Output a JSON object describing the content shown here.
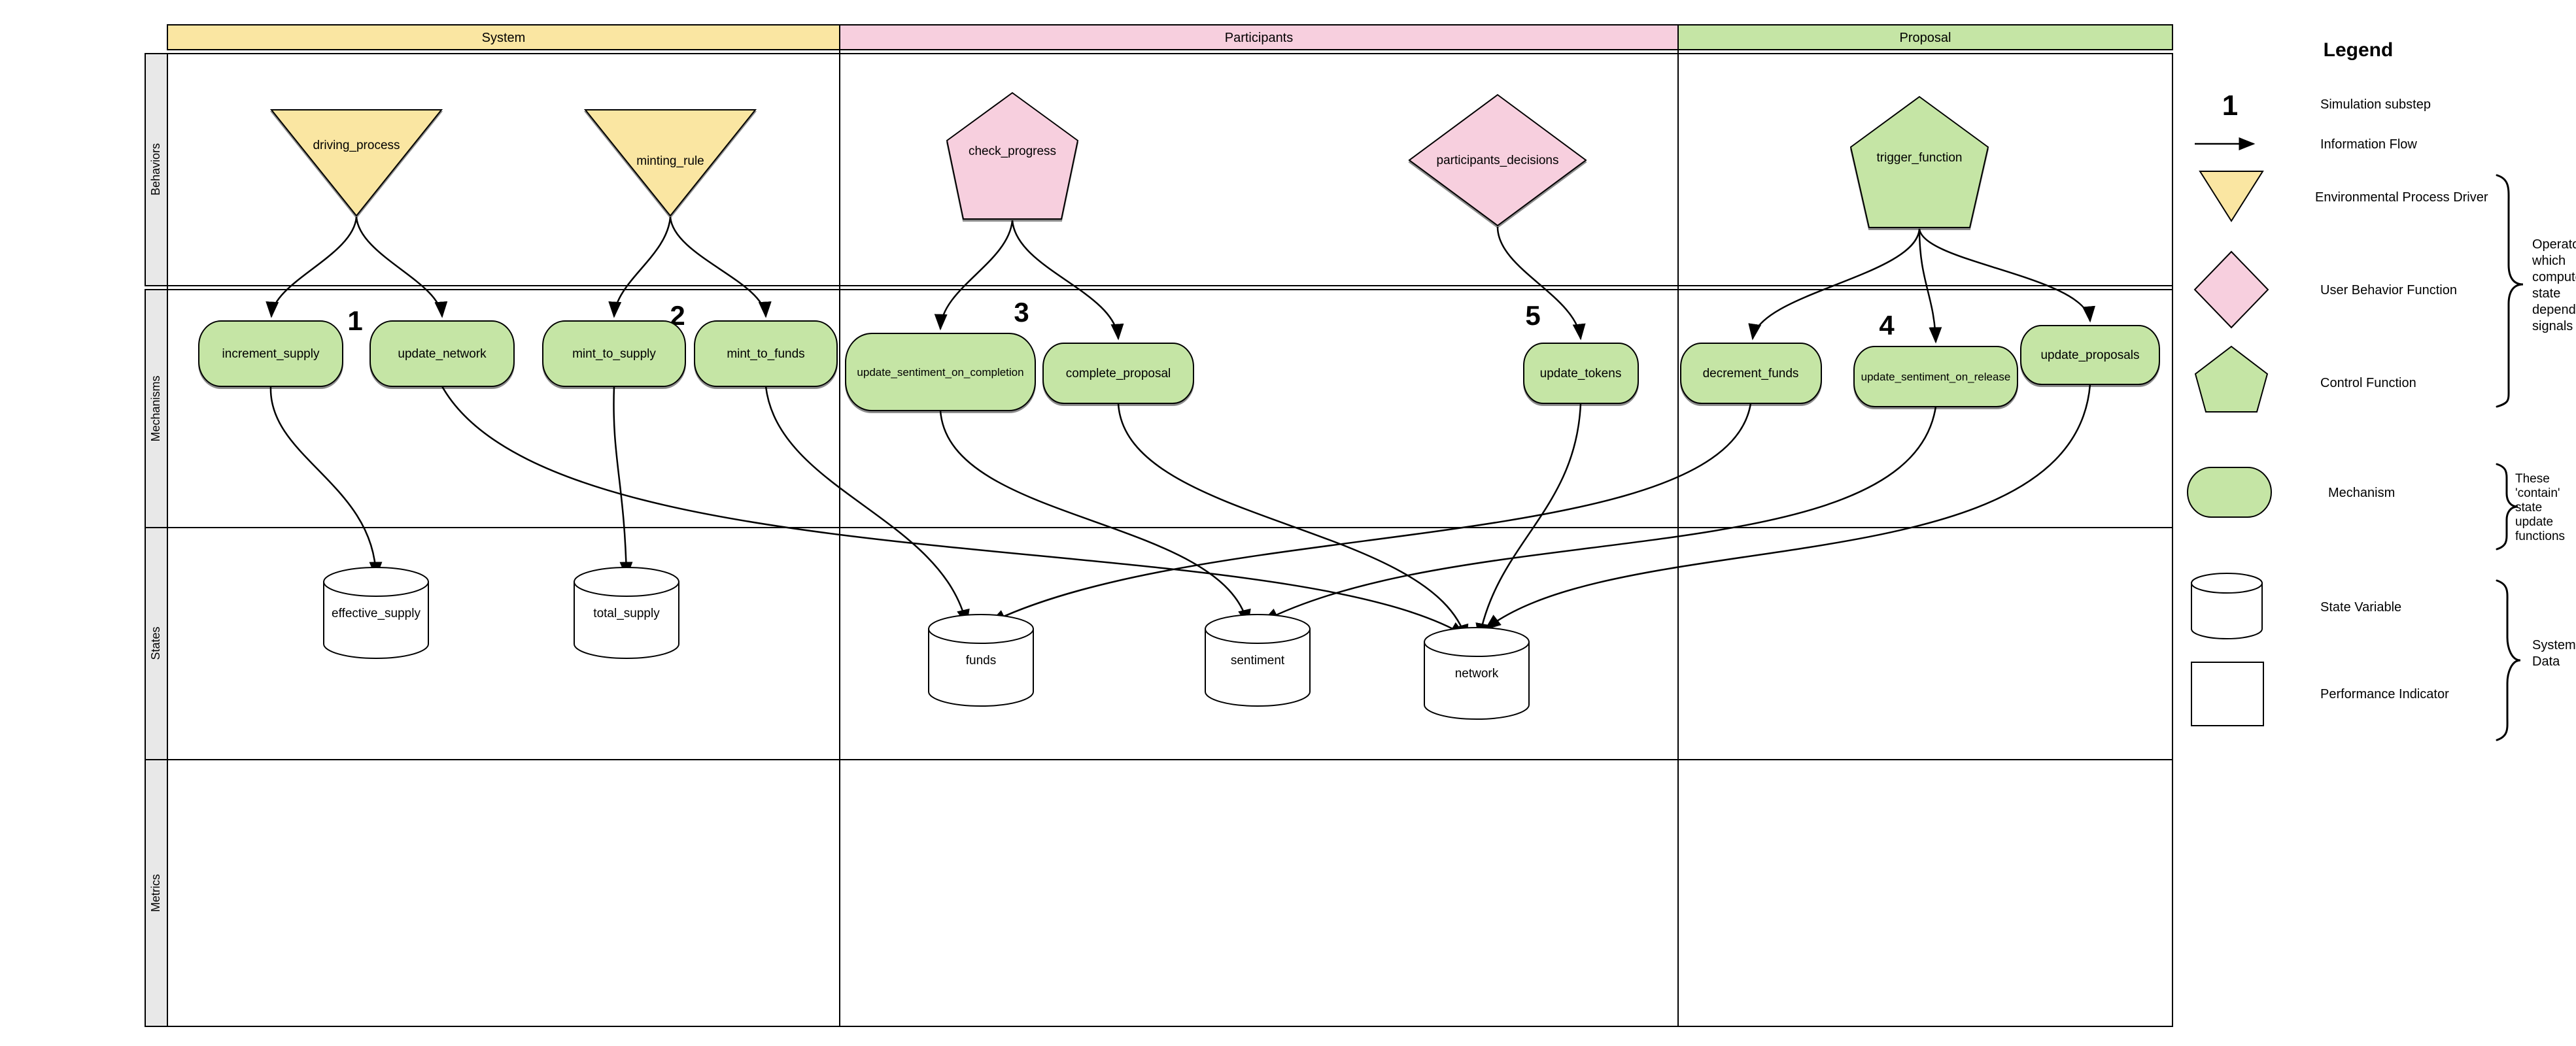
{
  "lanes": {
    "columns": [
      "System",
      "Participants",
      "Proposal"
    ],
    "rows": [
      "Behaviors",
      "Mechanisms",
      "States",
      "Metrics"
    ]
  },
  "behaviors": {
    "driving_process": "driving_process",
    "minting_rule": "minting_rule",
    "check_progress": "check_progress",
    "participants_decisions": "participants_decisions",
    "trigger_function": "trigger_function"
  },
  "mechanisms": {
    "increment_supply": "increment_supply",
    "update_network": "update_network",
    "mint_to_supply": "mint_to_supply",
    "mint_to_funds": "mint_to_funds",
    "update_sentiment_on_completion": "update_sentiment_on_completion",
    "complete_proposal": "complete_proposal",
    "update_tokens": "update_tokens",
    "decrement_funds": "decrement_funds",
    "update_sentiment_on_release": "update_sentiment_on_release",
    "update_proposals": "update_proposals"
  },
  "states": {
    "effective_supply": "effective_supply",
    "total_supply": "total_supply",
    "funds": "funds",
    "sentiment": "sentiment",
    "network": "network"
  },
  "substeps": {
    "s1": "1",
    "s2": "2",
    "s3": "3",
    "s4": "4",
    "s5": "5"
  },
  "legend": {
    "title": "Legend",
    "substep_symbol": "1",
    "items": [
      {
        "symbol": "substep-number",
        "label": "Simulation substep"
      },
      {
        "symbol": "arrow",
        "label": "Information Flow"
      },
      {
        "symbol": "triangle-down",
        "label": "Environmental Process Driver"
      },
      {
        "symbol": "diamond",
        "label": "User Behavior Function"
      },
      {
        "symbol": "pentagon",
        "label": "Control Function"
      },
      {
        "symbol": "mechanism-pill",
        "label": "Mechanism"
      },
      {
        "symbol": "cylinder",
        "label": "State Variable"
      },
      {
        "symbol": "square",
        "label": "Performance Indicator"
      }
    ],
    "annotations": {
      "operators": {
        "lines": [
          "Operators",
          "which",
          "compute",
          "state",
          "dependent",
          "signals"
        ]
      },
      "contain": {
        "lines": [
          "These",
          "'contain'",
          "state",
          "update",
          "functions"
        ]
      },
      "system_data": {
        "lines": [
          "System",
          "Data"
        ]
      }
    }
  },
  "colors": {
    "environmental_yellow": "#FAE6A2",
    "participant_pink": "#F7CFDE",
    "control_green": "#C5E5A5",
    "row_label_gray": "#E8E8E8"
  }
}
